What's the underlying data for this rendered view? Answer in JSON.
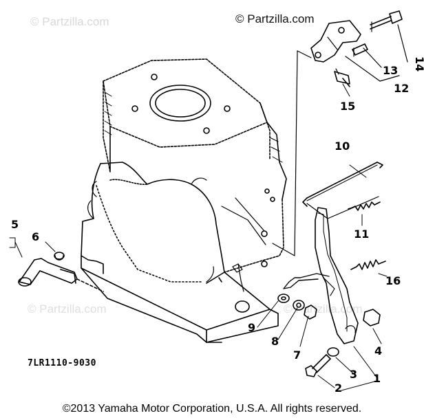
{
  "brand_watermark": "© Partzilla.com",
  "faint_watermarks": [
    "© Partzilla.com",
    "© Partzilla.com",
    "© Partzilla.com"
  ],
  "part_code": "7LR1110-9030",
  "footer": "©2013 Yamaha Motor Corporation, U.S.A. All rights reserved.",
  "callouts": {
    "c1": "1",
    "c2": "2",
    "c3": "3",
    "c4": "4",
    "c5": "5",
    "c6": "6",
    "c7": "7",
    "c8": "8",
    "c9": "9",
    "c10": "10",
    "c11": "11",
    "c12": "12",
    "c13": "13",
    "c14": "14",
    "c15": "15",
    "c16": "16"
  },
  "colors": {
    "line": "#000000",
    "watermark": "#d8d8d8",
    "background": "#ffffff"
  }
}
